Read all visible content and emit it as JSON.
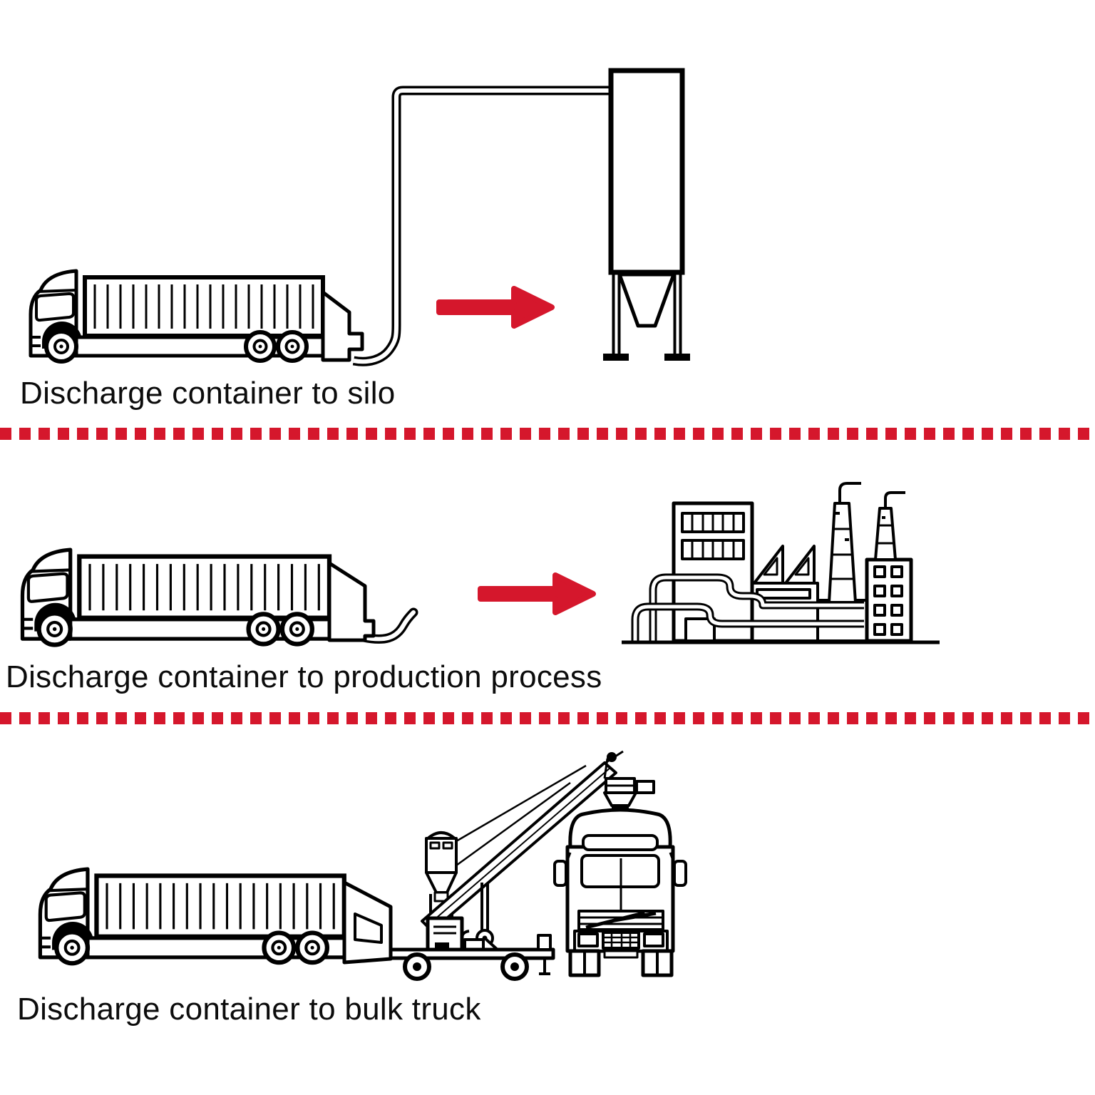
{
  "title": "Container discharge options diagram",
  "colors": {
    "accent_red": "#D5172C",
    "line_black": "#000000",
    "background": "#ffffff"
  },
  "rows": [
    {
      "caption": "Discharge container to silo",
      "source": "container-truck-side-icon",
      "connector": "pneumatic-pipe",
      "target": "silo-icon"
    },
    {
      "caption": "Discharge container to production process",
      "source": "container-truck-side-icon",
      "connector": "discharge-hose",
      "target": "factory-icon"
    },
    {
      "caption": "Discharge container to bulk truck",
      "source": "container-truck-side-icon",
      "connector": "mobile-conveyor",
      "target": "bulk-truck-front-icon"
    }
  ]
}
